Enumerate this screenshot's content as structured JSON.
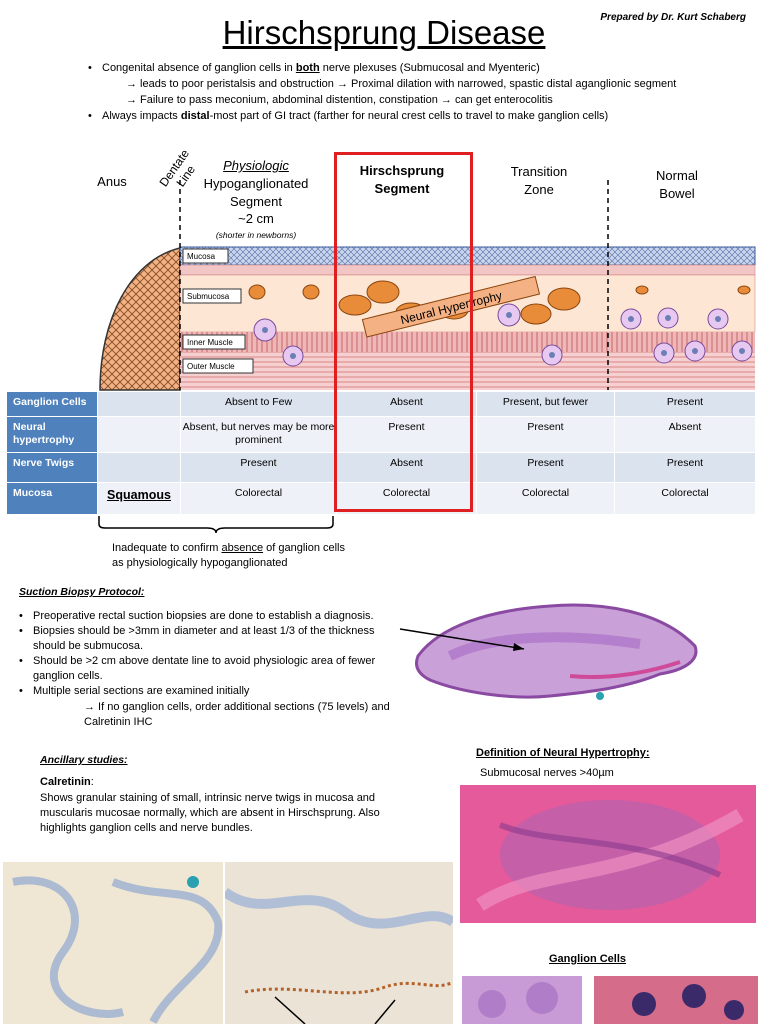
{
  "title": "Hirschsprung Disease",
  "author": "Prepared by Dr. Kurt Schaberg",
  "intro": {
    "b1_pre": "Congenital absence of ganglion cells in ",
    "b1_bold": "both",
    "b1_post": " nerve plexuses (Submucosal and Myenteric)",
    "sub1": "→ leads to poor peristalsis and obstruction  → Proximal dilation with narrowed, spastic distal aganglionic segment",
    "sub2": "→ Failure to pass meconium, abdominal distention, constipation  → can get enterocolitis",
    "b2_pre": "Always impacts ",
    "b2_bold": "distal",
    "b2_post": "-most part of GI tract (farther for neural crest cells to travel to make ganglion cells)"
  },
  "diagram": {
    "anus": "Anus",
    "dentate_line": "Dentate Line",
    "physiologic": "Physiologic",
    "hypoganglionated": "Hypoganglionated",
    "segment": "Segment",
    "length": "~2 cm",
    "newborn_note": "(shorter in newborns)",
    "hirschsprung_1": "Hirschsprung",
    "hirschsprung_2": "Segment",
    "transition_1": "Transition",
    "transition_2": "Zone",
    "normal_1": "Normal",
    "normal_2": "Bowel",
    "layer_mucosa": "Mucosa",
    "layer_submucosa": "Submucosa",
    "layer_inner": "Inner Muscle",
    "layer_outer": "Outer Muscle",
    "neural_hypertrophy": "Neural Hypertrophy",
    "colors": {
      "muscle": "#d88a8a",
      "submucosa": "#fde7d4",
      "mucosa": "#6f8fc4",
      "anal": "#f4b183",
      "highlight": "#e02020"
    }
  },
  "table": {
    "rows": [
      {
        "header": "Ganglion Cells",
        "cells": [
          "",
          "Absent to Few",
          "Absent",
          "Present, but fewer",
          "Present"
        ]
      },
      {
        "header": "Neural hypertrophy",
        "cells": [
          "",
          "Absent, but nerves may be more prominent",
          "Present",
          "Present",
          "Absent"
        ]
      },
      {
        "header": "Nerve Twigs",
        "cells": [
          "",
          "Present",
          "Absent",
          "Present",
          "Present"
        ]
      },
      {
        "header": "Mucosa",
        "cells": [
          "Squamous",
          "Colorectal",
          "Colorectal",
          "Colorectal",
          "Colorectal"
        ]
      }
    ]
  },
  "bracket_note_pre": "Inadequate to confirm ",
  "bracket_note_ul": "absence",
  "bracket_note_post": " of ganglion cells as physiologically hypoganglionated",
  "suction": {
    "title": "Suction Biopsy Protocol:",
    "items": [
      "Preoperative rectal suction biopsies are done to establish a diagnosis.",
      "Biopsies should be >3mm in diameter and at least 1/3 of the thickness should be submucosa.",
      "Should be >2 cm above dentate line to avoid physiologic area of fewer ganglion cells.",
      "Multiple serial sections are examined initially"
    ],
    "sub": "→ If no ganglion cells, order additional sections (75 levels) and Calretinin IHC"
  },
  "ancillary": {
    "title": "Ancillary studies:",
    "calretinin_label": "Calretinin",
    "calretinin_text": "Shows granular staining of small, intrinsic nerve twigs in mucosa and muscularis mucosae normally, which are absent in Hirschsprung. Also highlights ganglion cells and nerve bundles."
  },
  "neural_def": {
    "title": "Definition of Neural Hypertrophy:",
    "text": "Submucosal nerves >40µm"
  },
  "ganglion_title": "Ganglion Cells"
}
